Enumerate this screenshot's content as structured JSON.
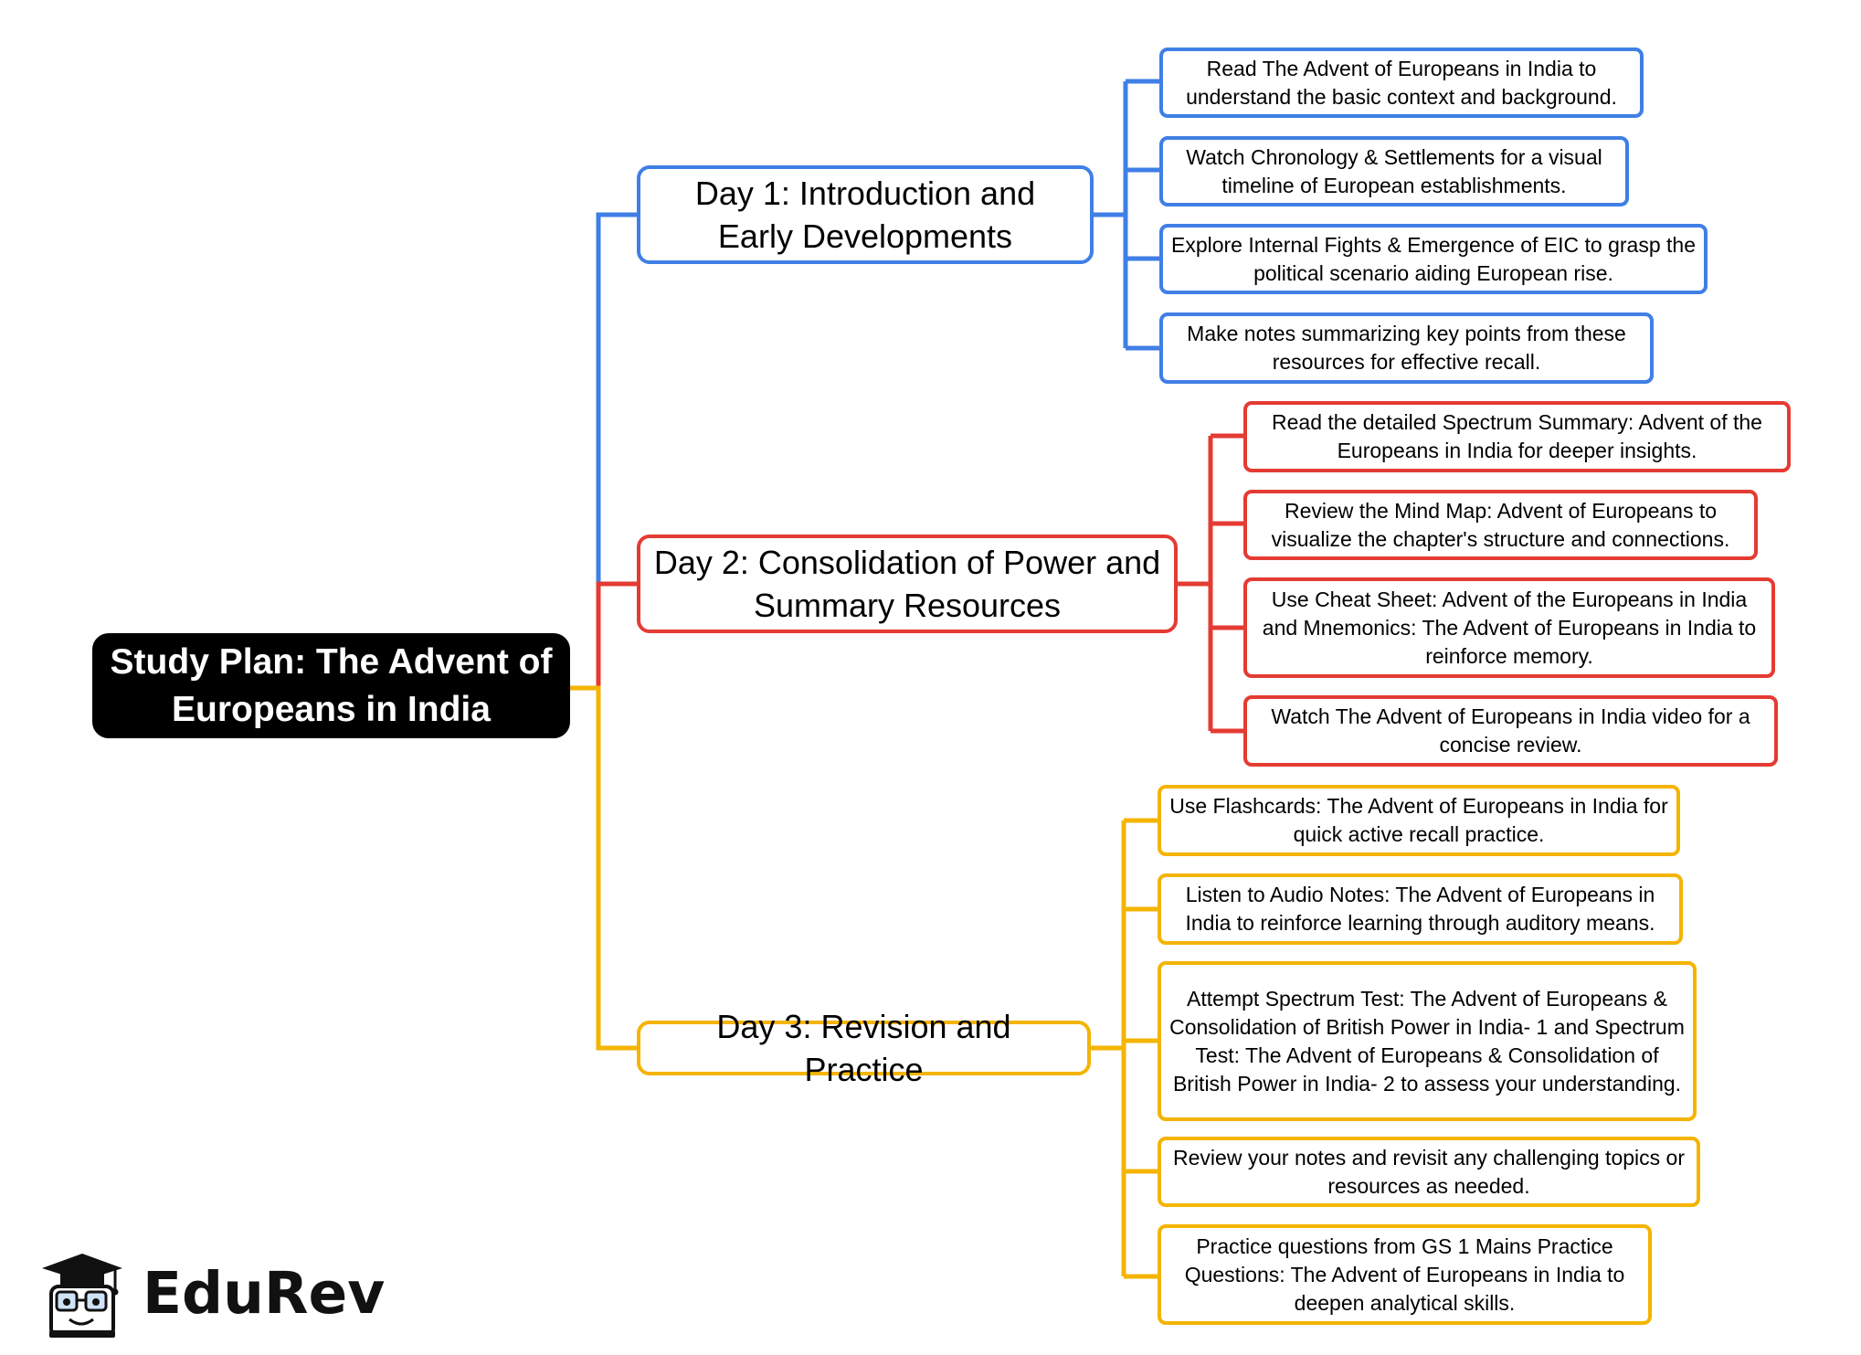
{
  "root": {
    "title": "Study Plan: The Advent of Europeans in India"
  },
  "colors": {
    "day1": "#3F7FE6",
    "day2": "#E43B33",
    "day3": "#F4B400",
    "root_fill": "#000000"
  },
  "days": [
    {
      "title": "Day 1: Introduction and Early Developments",
      "tasks": [
        "Read The Advent of Europeans in India to understand the basic context and background.",
        "Watch Chronology & Settlements for a visual timeline of European establishments.",
        "Explore Internal Fights & Emergence of EIC to grasp the political scenario aiding European rise.",
        "Make notes summarizing key points from these resources for effective recall."
      ]
    },
    {
      "title": "Day 2: Consolidation of Power and Summary Resources",
      "tasks": [
        "Read the detailed Spectrum Summary: Advent of the Europeans in India for deeper insights.",
        "Review the Mind Map: Advent of Europeans to visualize the chapter's structure and connections.",
        "Use Cheat Sheet: Advent of the Europeans in India and Mnemonics: The Advent of Europeans in India to reinforce memory.",
        "Watch The Advent of Europeans in India video for a concise review."
      ]
    },
    {
      "title": "Day 3: Revision and Practice",
      "tasks": [
        "Use Flashcards: The Advent of Europeans in India for quick active recall practice.",
        "Listen to Audio Notes: The Advent of Europeans in India to reinforce learning through auditory means.",
        "Attempt Spectrum Test: The Advent of Europeans & Consolidation of British Power in India- 1 and Spectrum Test: The Advent of Europeans & Consolidation of British Power in India- 2 to assess your understanding.",
        "Review your notes and revisit any challenging topics or resources as needed.",
        "Practice questions from GS 1 Mains Practice Questions: The Advent of Europeans in India to deepen analytical skills."
      ]
    }
  ],
  "logo": {
    "text": "EduRev",
    "icon": "graduation-cap-mascot-icon"
  }
}
